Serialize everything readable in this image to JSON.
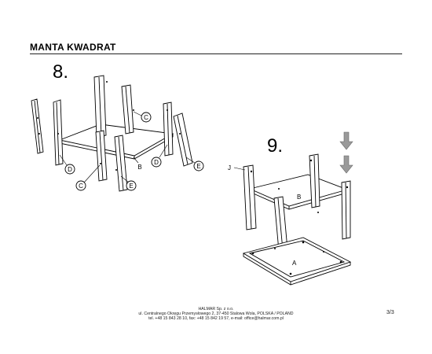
{
  "header": {
    "title": "MANTA KWADRAT"
  },
  "steps": [
    {
      "number": "8.",
      "labels": {
        "c1": "C",
        "c2": "C",
        "d1": "D",
        "d2": "D",
        "e1": "E",
        "e2": "E",
        "b": "B"
      }
    },
    {
      "number": "9.",
      "labels": {
        "j": "J",
        "b": "B",
        "a": "A"
      }
    }
  ],
  "footer": {
    "company": "HALMAR Sp. z o.o.",
    "address": "ul. Centralnego Okręgu Przemysłowego 2, 37-450 Stalowa Wola, POLSKA / POLAND",
    "contact": "tel. +48 15 843 28 10, fax: +48 15 842 19 57, e-mail: office@halmar.com.pl",
    "page": "3/3"
  },
  "colors": {
    "line": "#000000",
    "arrow": "#9a9a9a",
    "background": "#ffffff"
  }
}
